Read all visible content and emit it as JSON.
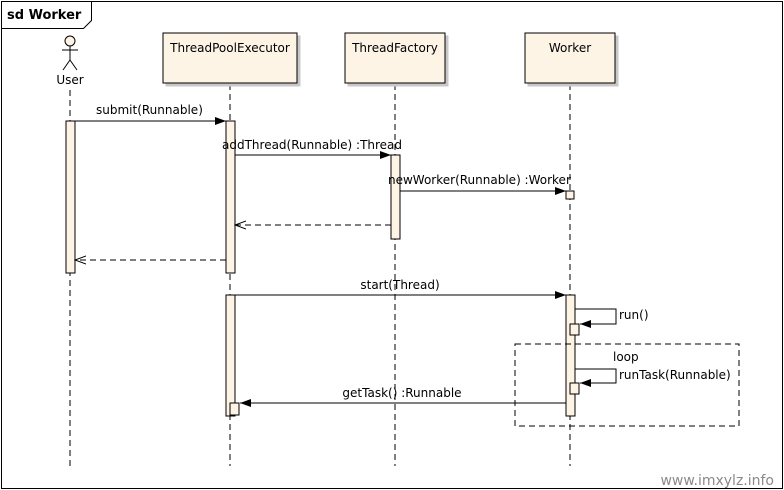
{
  "frame": {
    "title": "sd Worker"
  },
  "lifelines": {
    "user": {
      "label": "User"
    },
    "executor": {
      "label": "ThreadPoolExecutor"
    },
    "factory": {
      "label": "ThreadFactory"
    },
    "worker": {
      "label": "Worker"
    }
  },
  "messages": {
    "submit": "submit(Runnable)",
    "add_thread": "addThread(Runnable) :Thread",
    "new_worker": "newWorker(Runnable) :Worker",
    "start": "start(Thread)",
    "run": "run()",
    "run_task": "runTask(Runnable)",
    "get_task": "getTask() :Runnable"
  },
  "fragment": {
    "label": "loop"
  },
  "watermark": "www.imxylz.info",
  "colors": {
    "header_fill": "#fdf4e6",
    "activation_fill": "#fdf4e6",
    "stroke": "#000000",
    "watermark": "#8a8a8a"
  }
}
